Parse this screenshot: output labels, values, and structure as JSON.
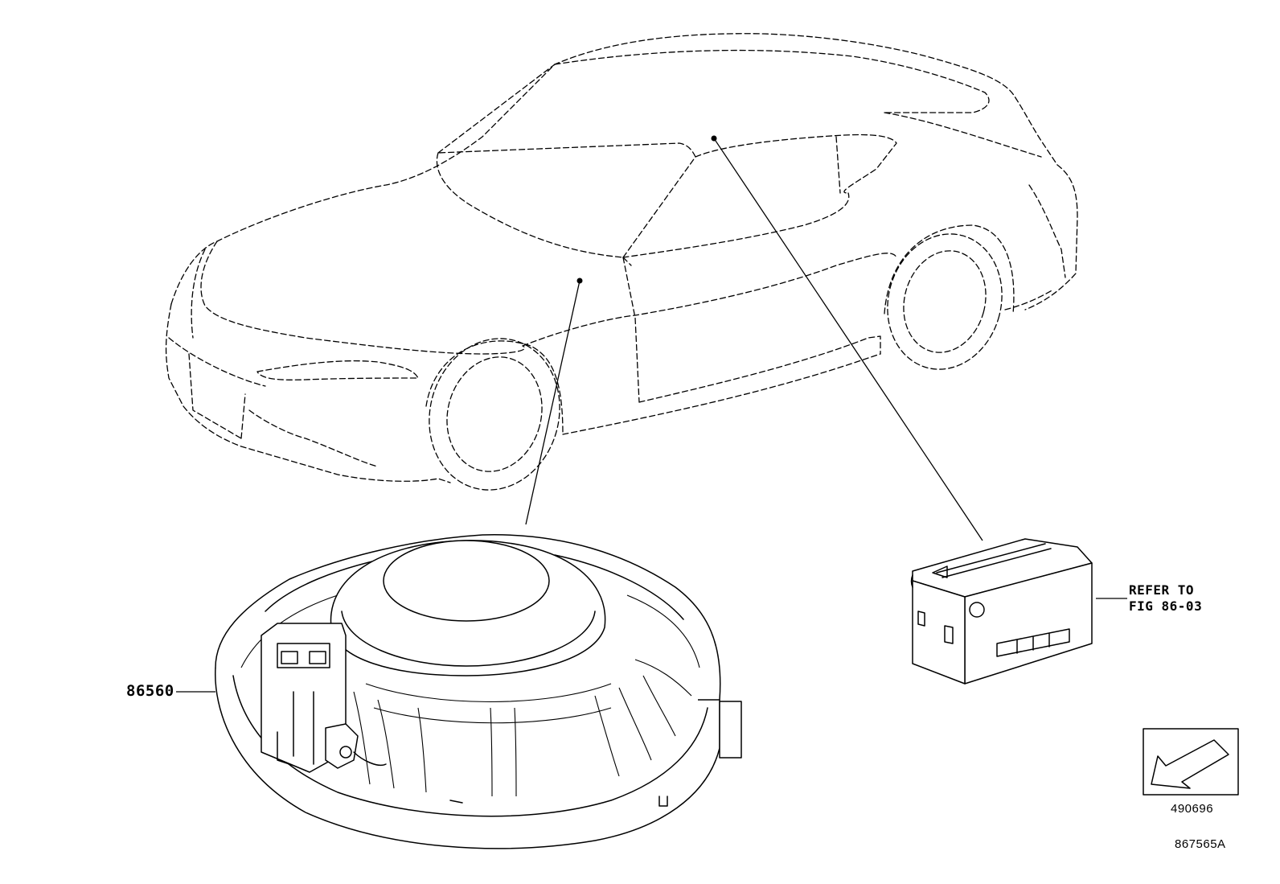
{
  "callouts": {
    "speaker_part_number": "86560",
    "refer_line_1": "REFER TO",
    "refer_line_2": "FIG 86-03"
  },
  "codes": {
    "view_direction_code": "490696",
    "illustration_code": "867565A"
  },
  "icons": {
    "view_direction": "arrow-down-left-icon"
  },
  "colors": {
    "line": "#000000",
    "background": "#ffffff"
  }
}
